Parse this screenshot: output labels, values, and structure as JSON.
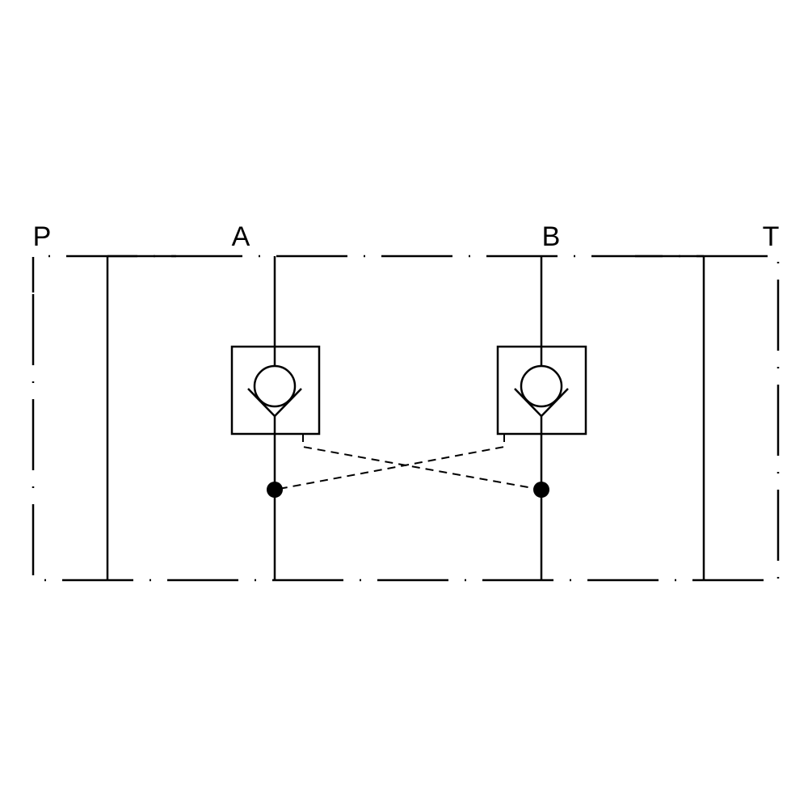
{
  "ports": {
    "p": "P",
    "a": "A",
    "b": "B",
    "t": "T"
  },
  "colors": {
    "line": "#000000",
    "background": "#ffffff"
  }
}
